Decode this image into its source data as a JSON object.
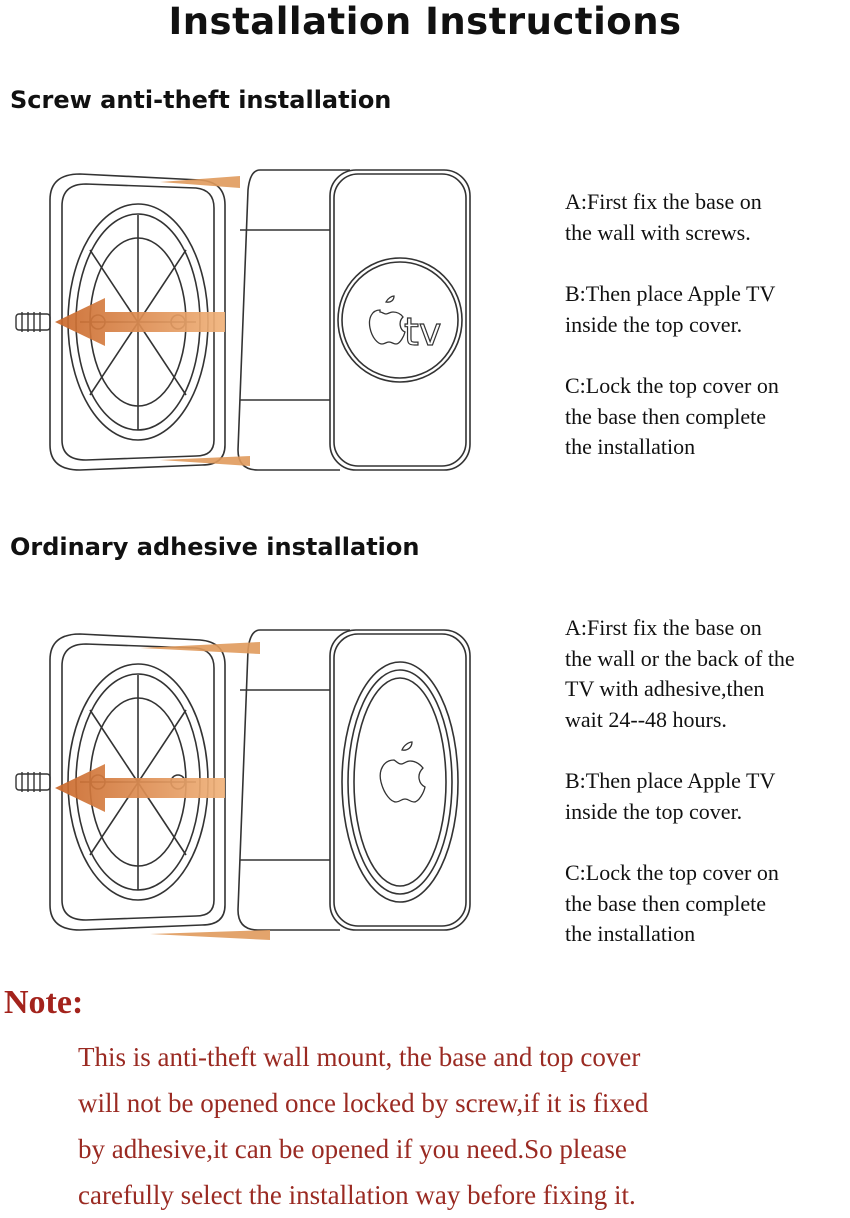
{
  "title": "Installation Instructions",
  "sections": [
    {
      "heading": "Screw anti-theft installation",
      "steps": [
        "A:First fix the base on\nthe wall with screws.",
        "B:Then place Apple TV\ninside the top cover.",
        "C:Lock the top cover on\nthe base then complete\nthe installation"
      ],
      "logo_text": "tv"
    },
    {
      "heading": "Ordinary adhesive installation",
      "steps": [
        "A:First fix the base on\nthe wall or the back of the\nTV with adhesive,then\nwait 24--48 hours.",
        "B:Then place Apple TV\ninside the top cover.",
        "C:Lock the top cover on\nthe base then complete\nthe installation"
      ]
    }
  ],
  "note": {
    "heading": "Note:",
    "body": "This is anti-theft wall mount, the base and top cover\nwill not be opened once locked by screw,if it is fixed\nby adhesive,it can be opened if you need.So please\ncarefully select the installation way before fixing it."
  },
  "colors": {
    "note": "#a3231c",
    "arrow": "#d9833a"
  }
}
